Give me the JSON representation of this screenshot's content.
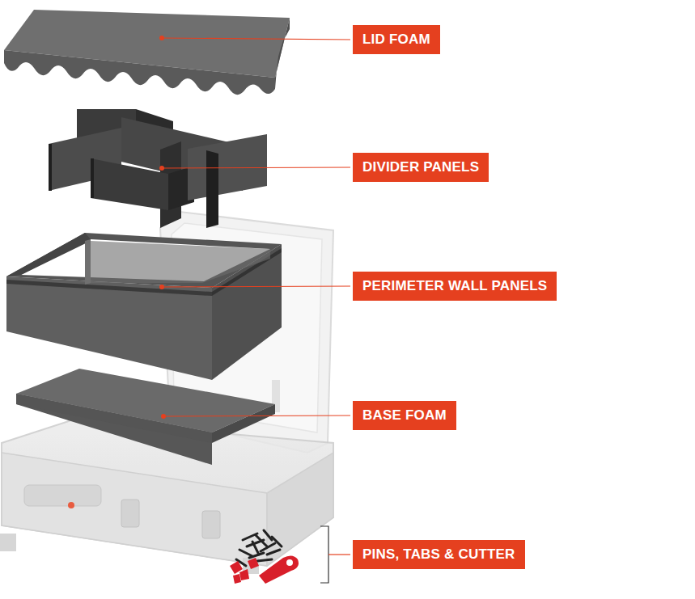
{
  "diagram": {
    "nodes": [
      {
        "text": [
          "LID FOAM"
        ]
      },
      {
        "text": [
          "DIVIDER PANELS"
        ]
      },
      {
        "text": [
          "PERIMETER WALL PANELS"
        ]
      },
      {
        "text": [
          "BASE FOAM"
        ]
      },
      {
        "text": [
          "PINS, TABS & CUTTER"
        ]
      }
    ]
  }
}
